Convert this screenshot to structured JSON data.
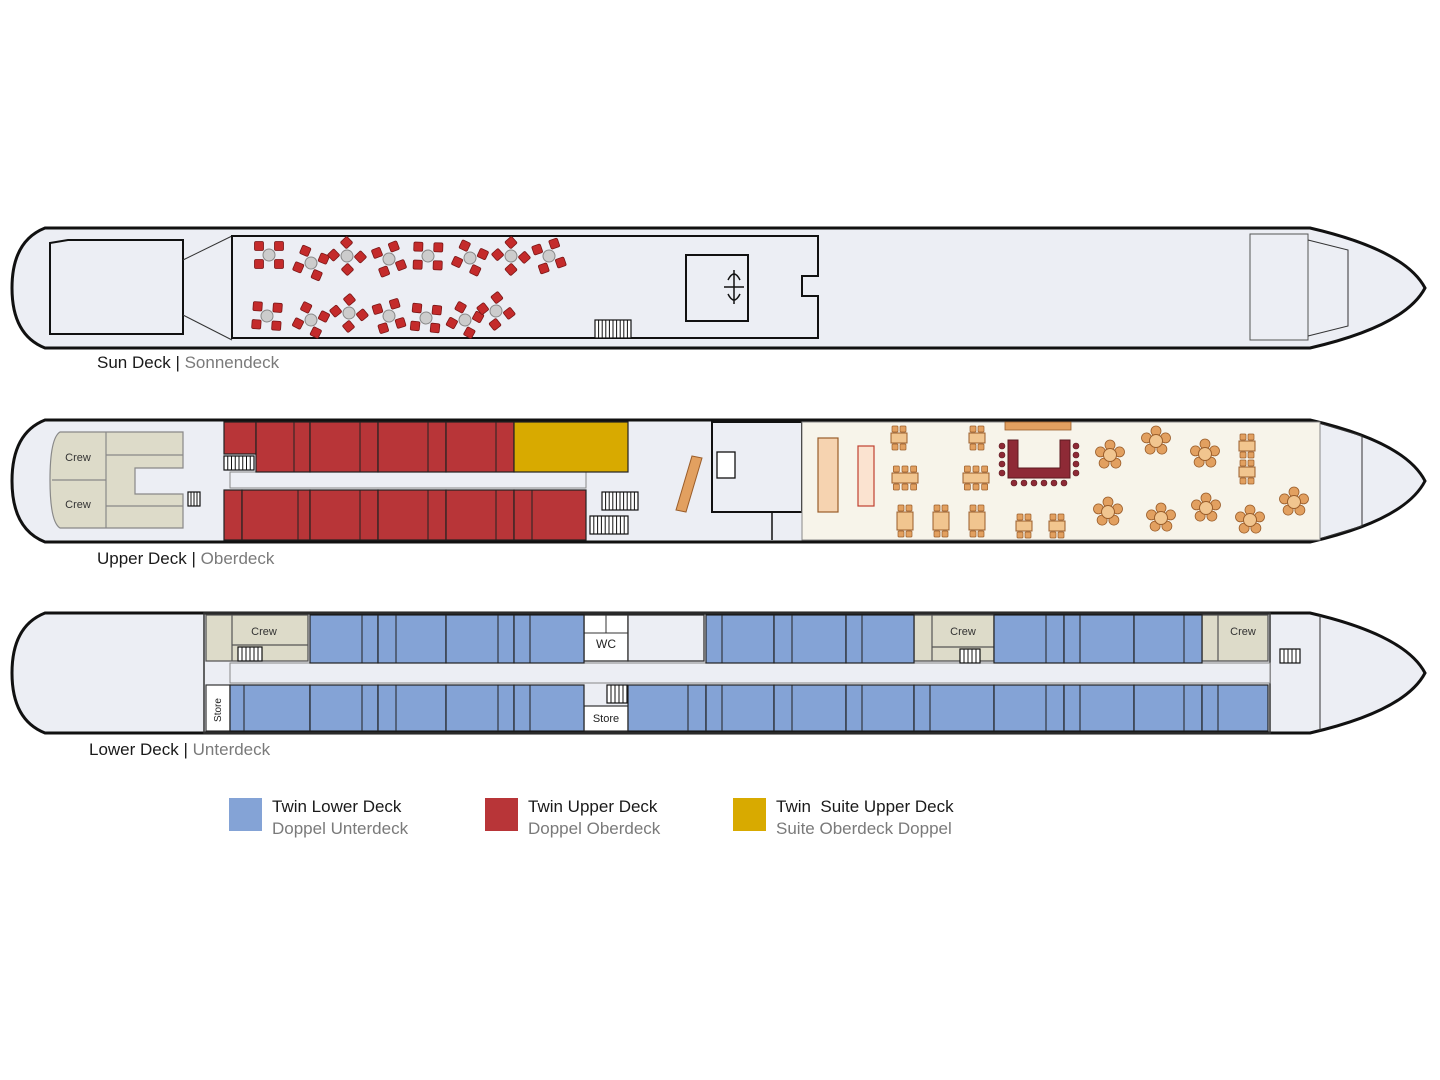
{
  "decks": {
    "sun": {
      "name_en": "Sun Deck",
      "separator": "|",
      "name_de": "Sonnendeck"
    },
    "upper": {
      "name_en": "Upper Deck",
      "separator": "|",
      "name_de": "Oberdeck"
    },
    "lower": {
      "name_en": "Lower Deck",
      "separator": "|",
      "name_de": "Unterdeck"
    }
  },
  "room_labels": {
    "crew": "Crew",
    "wc": "WC",
    "store": "Store"
  },
  "legend": [
    {
      "en": "Twin Lower Deck",
      "de": "Doppel Unterdeck",
      "color": "#84a3d6"
    },
    {
      "en": "Twin Upper Deck",
      "de": "Doppel Oberdeck",
      "color": "#b83538"
    },
    {
      "en": "Twin  Suite Upper Deck",
      "de": "Suite Oberdeck Doppel",
      "color": "#d8aa00"
    }
  ],
  "colors": {
    "hull_fill": "#eceef4",
    "lower_cabin": "#84a3d6",
    "upper_cabin": "#b83538",
    "suite_cabin": "#d8aa00",
    "crew_area": "#dddbc9",
    "lounge_floor": "#f7f4ea",
    "furniture_orange": "#e2a060",
    "sun_chair": "#c42b2b"
  }
}
